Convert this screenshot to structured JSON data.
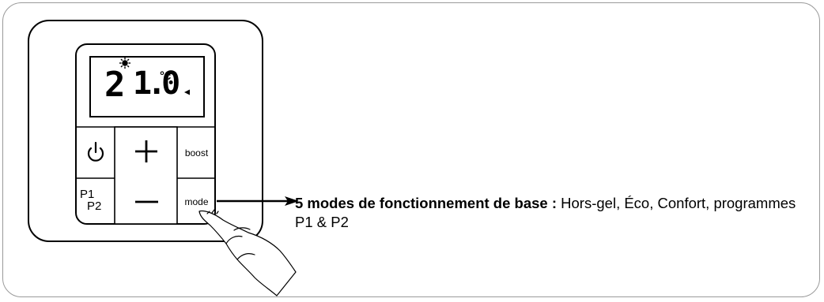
{
  "display": {
    "temp_integer": "2",
    "temp_decimal": "1.0",
    "temp_unit": "°c",
    "sun_icon": "sun-icon",
    "signal_icon": "triangle-indicator-icon"
  },
  "buttons": {
    "power_icon": "power-icon",
    "plus_icon": "plus-icon",
    "minus_icon": "minus-icon",
    "boost_label": "boost",
    "mode_label": "mode",
    "p1_label": "P1",
    "p2_label": "P2"
  },
  "annotation": {
    "bold": "5 modes de fonctionnement de base :",
    "normal": " Hors-gel, Éco, Confort, programmes P1 & P2"
  },
  "pointer_icon": "hand-pressing-icon",
  "arrow_icon": "arrow-right-icon"
}
